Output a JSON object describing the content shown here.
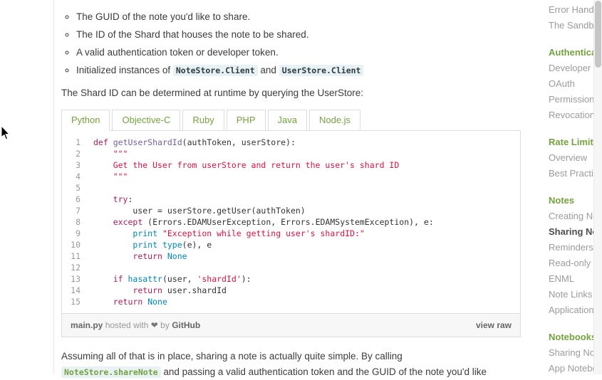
{
  "theme": {
    "accent_green": "#75a13f",
    "sidebar_item_gray": "#9b9b9b",
    "active_item_dark": "#4d4d4d",
    "code_keyword": "#a71d5d",
    "code_string": "#dd1144",
    "code_builtin": "#0086b3",
    "code_function": "#795da3",
    "inline_code_bg": "#e8f1f3"
  },
  "content": {
    "bullets": {
      "b1": "The GUID of the note you'd like to share.",
      "b2": "The ID of the Shard that houses the note to be shared.",
      "b3": "A valid authentication token or developer token.",
      "b4_text1": "Initialized instances of",
      "b4_code1": "NoteStore.Client",
      "b4_text2": "and",
      "b4_code2": "UserStore.Client"
    },
    "para_shard": "The Shard ID can be determined at runtime by querying the UserStore:",
    "para_assuming": "Assuming all of that is in place, sharing a note is actually quite simple. By calling",
    "para_code_link": "NoteStore.shareNote",
    "para_after_link": "and passing a valid authentication token and the GUID of the note you'd like"
  },
  "gist": {
    "tabs": [
      {
        "label": "Python",
        "active": true
      },
      {
        "label": "Objective-C",
        "active": false
      },
      {
        "label": "Ruby",
        "active": false
      },
      {
        "label": "PHP",
        "active": false
      },
      {
        "label": "Java",
        "active": false
      },
      {
        "label": "Node.js",
        "active": false
      }
    ],
    "code": {
      "language": "python",
      "lines": [
        [
          [
            "k",
            "def"
          ],
          [
            "p",
            " "
          ],
          [
            "f",
            "getUserShardId"
          ],
          [
            "p",
            "(authToken, userStore):"
          ]
        ],
        [
          [
            "s",
            "    \"\"\""
          ]
        ],
        [
          [
            "s",
            "    Get the User from userStore and return the user's shard ID"
          ]
        ],
        [
          [
            "s",
            "    \"\"\""
          ]
        ],
        [],
        [
          [
            "p",
            "    "
          ],
          [
            "k",
            "try"
          ],
          [
            "p",
            ":"
          ]
        ],
        [
          [
            "p",
            "        user = userStore.getUser(authToken)"
          ]
        ],
        [
          [
            "p",
            "    "
          ],
          [
            "k",
            "except"
          ],
          [
            "p",
            " (Errors.EDAMUserException, Errors.EDAMSystemException), e:"
          ]
        ],
        [
          [
            "p",
            "        "
          ],
          [
            "b",
            "print"
          ],
          [
            "p",
            " "
          ],
          [
            "s",
            "\"Exception while getting user's shardID:\""
          ]
        ],
        [
          [
            "p",
            "        "
          ],
          [
            "b",
            "print"
          ],
          [
            "p",
            " "
          ],
          [
            "b",
            "type"
          ],
          [
            "p",
            "(e), e"
          ]
        ],
        [
          [
            "p",
            "        "
          ],
          [
            "k",
            "return"
          ],
          [
            "p",
            " "
          ],
          [
            "b",
            "None"
          ]
        ],
        [],
        [
          [
            "p",
            "    "
          ],
          [
            "k",
            "if"
          ],
          [
            "p",
            " "
          ],
          [
            "b",
            "hasattr"
          ],
          [
            "p",
            "(user, "
          ],
          [
            "s",
            "'shardId'"
          ],
          [
            "p",
            "):"
          ]
        ],
        [
          [
            "p",
            "        "
          ],
          [
            "k",
            "return"
          ],
          [
            "p",
            " user.shardId"
          ]
        ],
        [
          [
            "p",
            "    "
          ],
          [
            "k",
            "return"
          ],
          [
            "p",
            " "
          ],
          [
            "b",
            "None"
          ]
        ]
      ]
    },
    "footer": {
      "filename": "main.py",
      "hosted_with": "hosted with",
      "heart": "❤",
      "by": "by",
      "github": "GitHub",
      "view_raw": "view raw"
    }
  },
  "sidebar": {
    "items": [
      {
        "label": "Error Handling",
        "type": "link"
      },
      {
        "label": "The Sandbox",
        "type": "link"
      },
      {
        "label": "Authentication",
        "type": "header"
      },
      {
        "label": "Developer Tokens",
        "type": "link"
      },
      {
        "label": "OAuth",
        "type": "link"
      },
      {
        "label": "Permissions",
        "type": "link"
      },
      {
        "label": "Revocation",
        "type": "link"
      },
      {
        "label": "Rate Limits",
        "type": "header"
      },
      {
        "label": "Overview",
        "type": "link"
      },
      {
        "label": "Best Practices",
        "type": "link"
      },
      {
        "label": "Notes",
        "type": "header"
      },
      {
        "label": "Creating Notes",
        "type": "link"
      },
      {
        "label": "Sharing Notes",
        "type": "active"
      },
      {
        "label": "Reminders",
        "type": "link"
      },
      {
        "label": "Read-only Notes",
        "type": "link"
      },
      {
        "label": "ENML",
        "type": "link"
      },
      {
        "label": "Note Links",
        "type": "link"
      },
      {
        "label": "Application Data",
        "type": "link"
      },
      {
        "label": "Notebooks",
        "type": "header"
      },
      {
        "label": "Sharing Notebooks",
        "type": "link"
      },
      {
        "label": "App Notebooks",
        "type": "link"
      }
    ]
  }
}
